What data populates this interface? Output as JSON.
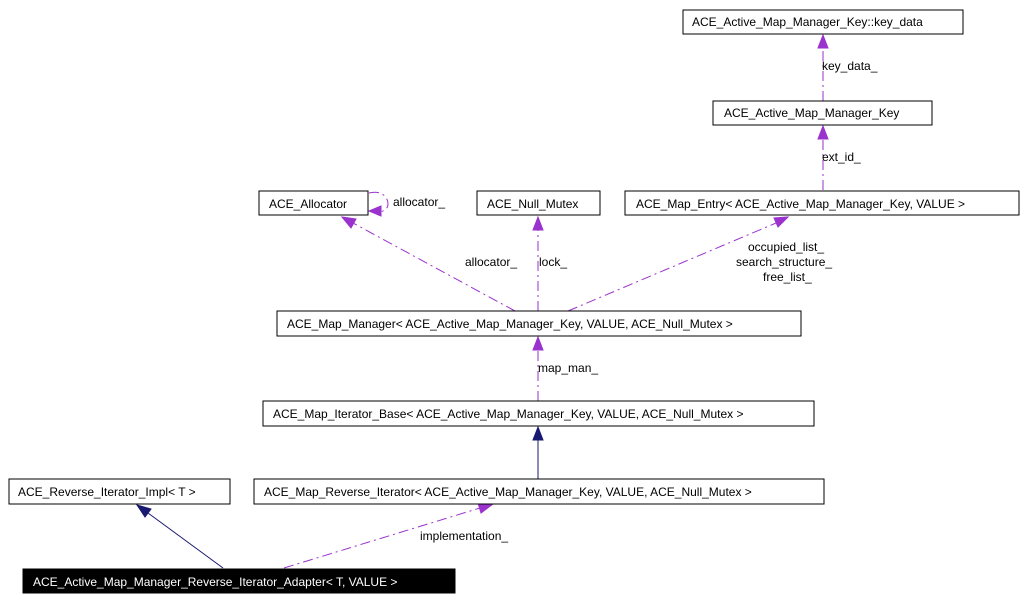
{
  "colors": {
    "usage_edge": "#9a32cd",
    "inheritance_edge": "#191970",
    "focus_fill": "#000000",
    "focus_text": "#ffffff"
  },
  "nodes": {
    "key_data": "ACE_Active_Map_Manager_Key::key_data",
    "key": "ACE_Active_Map_Manager_Key",
    "allocator": "ACE_Allocator",
    "null_mutex": "ACE_Null_Mutex",
    "map_entry": "ACE_Map_Entry< ACE_Active_Map_Manager_Key, VALUE >",
    "map_manager": "ACE_Map_Manager< ACE_Active_Map_Manager_Key, VALUE, ACE_Null_Mutex >",
    "iterator_base": "ACE_Map_Iterator_Base< ACE_Active_Map_Manager_Key, VALUE, ACE_Null_Mutex >",
    "reverse_iterator_impl": "ACE_Reverse_Iterator_Impl< T >",
    "map_reverse_iterator": "ACE_Map_Reverse_Iterator< ACE_Active_Map_Manager_Key, VALUE, ACE_Null_Mutex >",
    "adapter": "ACE_Active_Map_Manager_Reverse_Iterator_Adapter< T, VALUE >"
  },
  "edge_labels": {
    "key_data": "key_data_",
    "ext_id": "ext_id_",
    "allocator_self": "allocator_",
    "allocator": "allocator_",
    "lock": "lock_",
    "occupied_list": "occupied_list_",
    "search_structure": "search_structure_",
    "free_list": "free_list_",
    "map_man": "map_man_",
    "implementation": "implementation_"
  }
}
